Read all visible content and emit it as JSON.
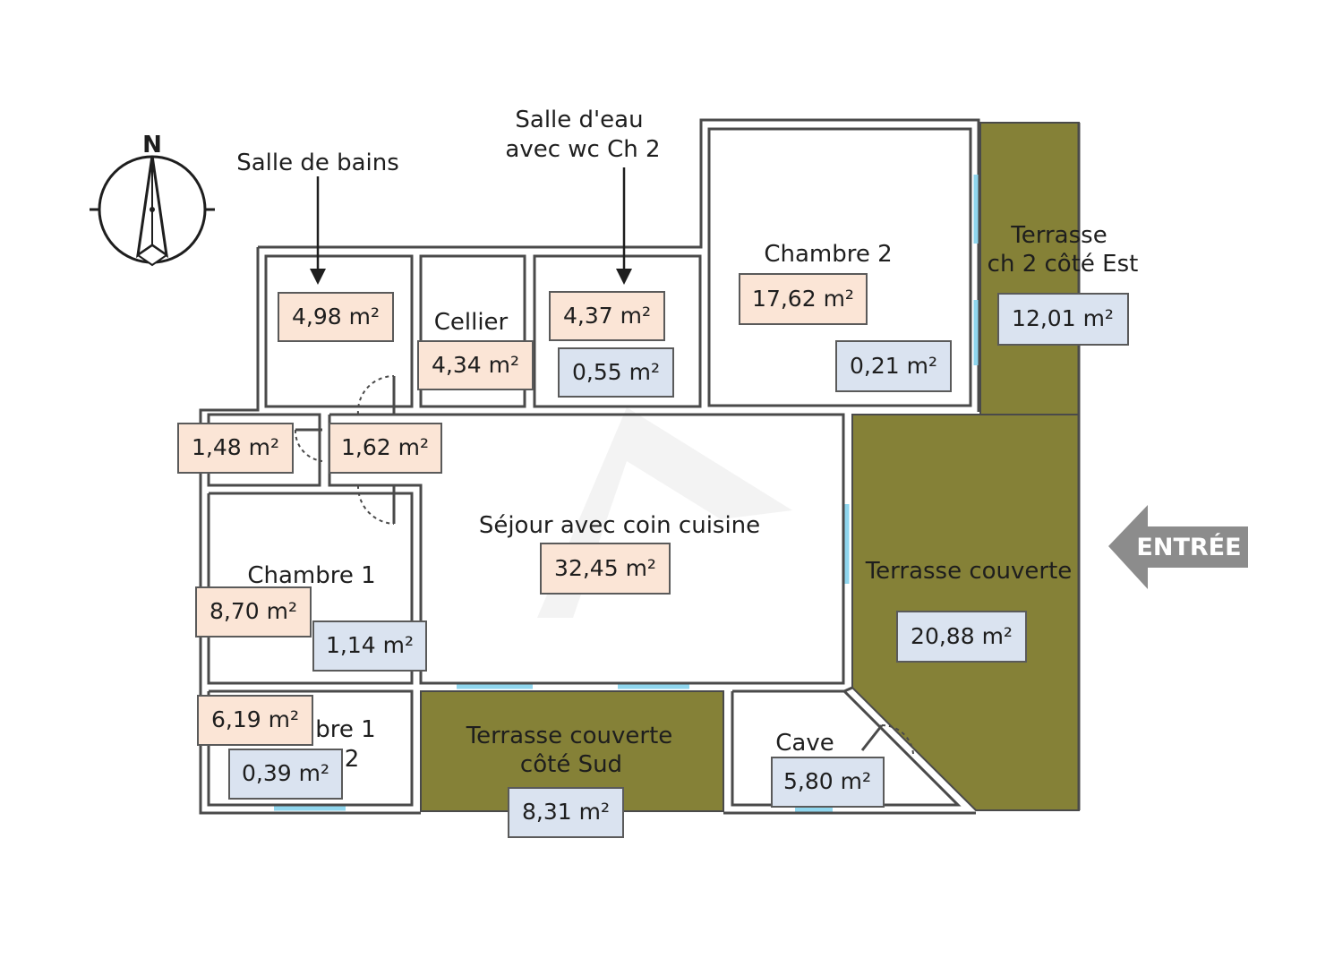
{
  "labels": {
    "salle_de_bains": "Salle de bains",
    "salle_deau_l1": "Salle d'eau",
    "salle_deau_l2": "avec wc Ch 2",
    "cellier": "Cellier",
    "chambre2": "Chambre 2",
    "terrasse_est_l1": "Terrasse",
    "terrasse_est_l2": "ch 2 côté Est",
    "sejour": "Séjour avec coin cuisine",
    "terrasse_couverte": "Terrasse couverte",
    "chambre1": "Chambre 1",
    "ch1_partial_l1": "bre 1",
    "ch1_partial_l2": "2",
    "terrasse_sud_l1": "Terrasse couverte",
    "terrasse_sud_l2": "côté Sud",
    "cave": "Cave",
    "entree": "ENTRÉE",
    "north": "N"
  },
  "areas": {
    "salle_de_bains": "4,98 m²",
    "cellier": "4,34 m²",
    "salle_deau": "4,37 m²",
    "salle_deau_annex": "0,55 m²",
    "chambre2": "17,62 m²",
    "chambre2_annex": "0,21 m²",
    "terrasse_est": "12,01 m²",
    "couloir_a": "1,48 m²",
    "couloir_b": "1,62 m²",
    "sejour": "32,45 m²",
    "terrasse_couverte": "20,88 m²",
    "chambre1": "8,70 m²",
    "chambre1_annex": "1,14 m²",
    "sde_ch1": "6,19 m²",
    "sde_ch1_annex": "0,39 m²",
    "terrasse_sud": "8,31 m²",
    "cave": "5,80 m²"
  },
  "colors": {
    "habitable_badge": "#fbe5d6",
    "annex_badge": "#dae3f0",
    "terrace": "#858137",
    "window": "#8fd6ee",
    "entry_arrow": "#8c8c8c"
  },
  "icons": [
    "compass-north-icon",
    "entry-arrow-icon",
    "watermark-logo"
  ]
}
